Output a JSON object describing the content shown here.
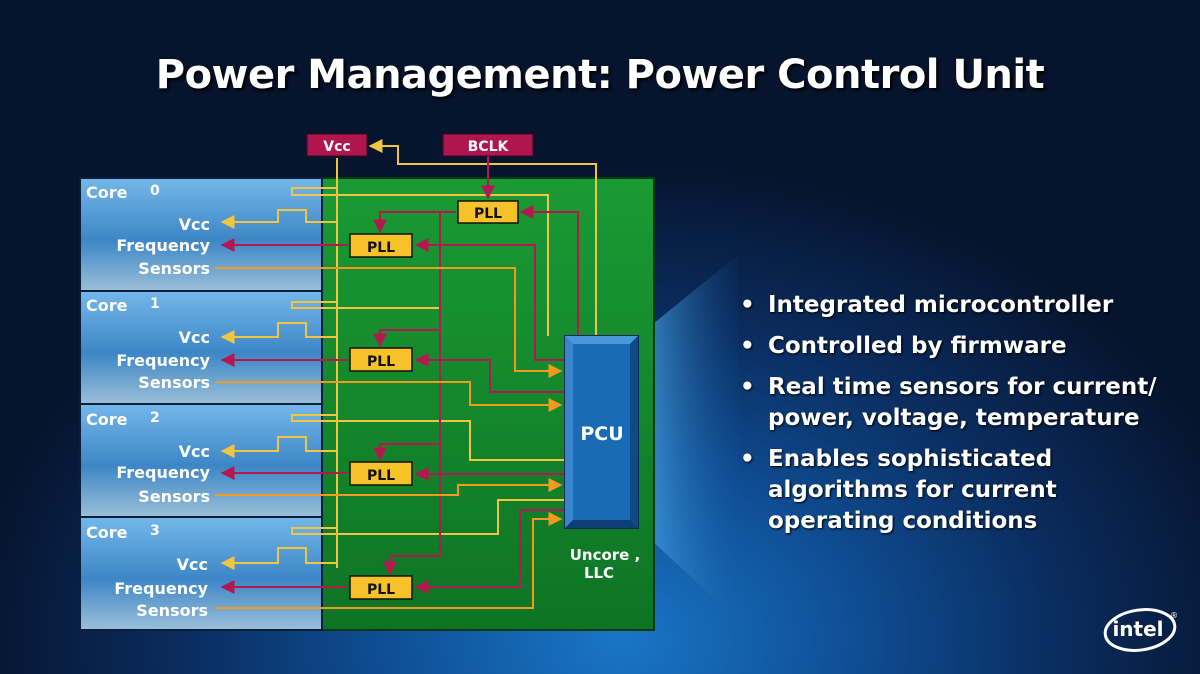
{
  "title": "Power Management: Power Control Unit",
  "colors": {
    "core_box": "#5a9dd6",
    "uncore_green": "#128a2a",
    "pll_fill": "#f7c229",
    "vcc_bclk_fill": "#b0164e",
    "pcu_fill": "#1a6bb5",
    "wire_orange": "#f39a1e",
    "wire_maroon": "#b3194f",
    "wire_yellow": "#f2c440"
  },
  "top_labels": {
    "vcc": "Vcc",
    "bclk": "BCLK"
  },
  "pll_label": "PLL",
  "cores": [
    {
      "name": "Core",
      "index": "0",
      "vcc": "Vcc",
      "frequency": "Frequency",
      "sensors": "Sensors"
    },
    {
      "name": "Core",
      "index": "1",
      "vcc": "Vcc",
      "frequency": "Frequency",
      "sensors": "Sensors"
    },
    {
      "name": "Core",
      "index": "2",
      "vcc": "Vcc",
      "frequency": "Frequency",
      "sensors": "Sensors"
    },
    {
      "name": "Core",
      "index": "3",
      "vcc": "Vcc",
      "frequency": "Frequency",
      "sensors": "Sensors"
    }
  ],
  "pcu_label": "PCU",
  "uncore_label_line1": "Uncore ,",
  "uncore_label_line2": "LLC",
  "bullets": [
    "Integrated microcontroller",
    "Controlled by firmware",
    "Real time sensors for current/ power, voltage, temperature",
    "Enables sophisticated algorithms for current operating conditions"
  ],
  "logo_text": "intel",
  "logo_mark": "®"
}
